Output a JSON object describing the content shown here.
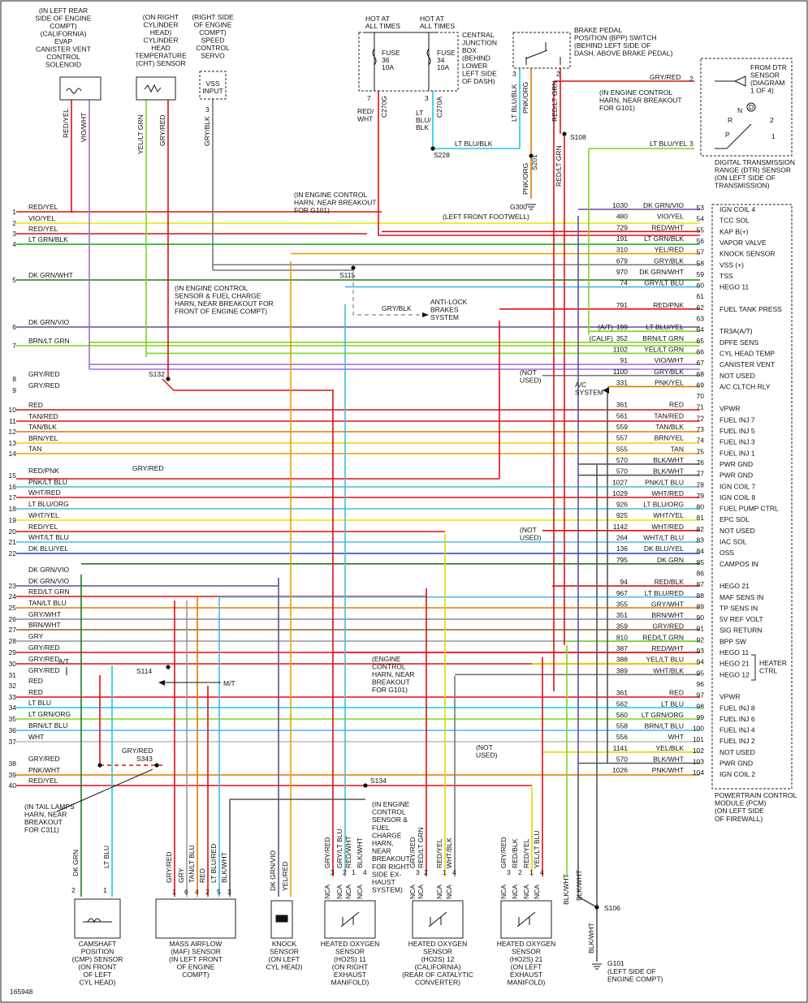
{
  "figure_id": "165948",
  "pcm": {
    "title_lines": [
      "POWERTRAIN CONTROL",
      "MODULE (PCM)",
      "(ON LEFT SIDE",
      "OF FIREWALL)"
    ],
    "heater_ctrl": [
      "HEATER",
      "CTRL"
    ]
  },
  "left_rows": [
    {
      "n": "1",
      "label": "RED/YEL",
      "color": "#d11"
    },
    {
      "n": "2",
      "label": "VIO/YEL",
      "color": "#e6e600"
    },
    {
      "n": "3",
      "label": "RED/YEL",
      "color": "#d11"
    },
    {
      "n": "4",
      "label": "LT GRN/BLK",
      "color": "#16a016"
    },
    {
      "n": "5",
      "label": "DK GRN/WHT",
      "color": "#1f7a1f"
    },
    {
      "n": "6",
      "label": "DK GRN/VIO",
      "color": "#6a4a9a"
    },
    {
      "n": "7",
      "label": "BRN/LT GRN",
      "color": "#7ed321"
    },
    {
      "n": "8",
      "label": "GRY/RED",
      "color": "#d11"
    },
    {
      "n": "9",
      "label": "GRY/RED",
      "color": "#d11"
    },
    {
      "n": "10",
      "label": "RED",
      "color": "#d11"
    },
    {
      "n": "11",
      "label": "TAN/RED",
      "color": "#d11"
    },
    {
      "n": "12",
      "label": "TAN/BLK",
      "color": "#e07a00"
    },
    {
      "n": "13",
      "label": "BRN/YEL",
      "color": "#e8d400"
    },
    {
      "n": "14",
      "label": "TAN",
      "color": "#e8a000"
    },
    {
      "n": "15",
      "label": "RED/PNK",
      "color": "#d11"
    },
    {
      "n": "16",
      "label": "PNK/LT BLU",
      "color": "#4bb6e6"
    },
    {
      "n": "17",
      "label": "WHT/RED",
      "color": "#d11"
    },
    {
      "n": "18",
      "label": "LT BLU/ORG",
      "color": "#4bb6e6"
    },
    {
      "n": "19",
      "label": "WHT/YEL",
      "color": "#e6e600"
    },
    {
      "n": "20",
      "label": "RED/YEL",
      "color": "#d11"
    },
    {
      "n": "21",
      "label": "WHT/LT BLU",
      "color": "#4bb6e6"
    },
    {
      "n": "22",
      "label": "DK BLU/YEL",
      "color": "#1f3fcf"
    },
    {
      "n": "",
      "label": "DK GRN/VIO",
      "color": "#1f7a1f"
    },
    {
      "n": "23",
      "label": "DK GRN/VIO",
      "color": "#6a4a9a"
    },
    {
      "n": "24",
      "label": "RED/LT GRN",
      "color": "#d11"
    },
    {
      "n": "25",
      "label": "TAN/LT BLU",
      "color": "#e07a00"
    },
    {
      "n": "26",
      "label": "GRY/WHT",
      "color": "#888"
    },
    {
      "n": "27",
      "label": "BRN/WHT",
      "color": "#8b5a2b"
    },
    {
      "n": "28",
      "label": "GRY",
      "color": "#999"
    },
    {
      "n": "29",
      "label": "GRY/RED",
      "color": "#d11"
    },
    {
      "n": "30",
      "label": "GRY/RED",
      "color": "#d11"
    },
    {
      "n": "31",
      "label": "GRY/RED",
      "color": "#d11"
    },
    {
      "n": "32",
      "label": "RED",
      "color": "#d11"
    },
    {
      "n": "33",
      "label": "RED",
      "color": "#d11"
    },
    {
      "n": "34",
      "label": "LT BLU",
      "color": "#1fc8e8"
    },
    {
      "n": "35",
      "label": "LT GRN/ORG",
      "color": "#7ed321"
    },
    {
      "n": "36",
      "label": "BRN/LT BLU",
      "color": "#4bb6e6"
    },
    {
      "n": "37",
      "label": "WHT",
      "color": "#bbb"
    },
    {
      "n": "38",
      "label": "GRY/RED",
      "color": "#d11"
    },
    {
      "n": "39",
      "label": "PNK/WHT",
      "color": "#e07a00"
    },
    {
      "n": "40",
      "label": "RED/YEL",
      "color": "#d11"
    }
  ],
  "right_rows": [
    {
      "circ": "1030",
      "wire": "DK GRN/VIO",
      "pin": "53",
      "func": "IGN COIL 4",
      "color": "#6a4a9a"
    },
    {
      "circ": "480",
      "wire": "VIO/YEL",
      "pin": "54",
      "func": "TCC SOL",
      "color": "#e6e600"
    },
    {
      "circ": "729",
      "wire": "RED/WHT",
      "pin": "55",
      "func": "KAP B(+)",
      "color": "#d11"
    },
    {
      "circ": "191",
      "wire": "LT GRN/BLK",
      "pin": "56",
      "func": "VAPOR VALVE",
      "color": "#16a016"
    },
    {
      "circ": "310",
      "wire": "YEL/RED",
      "pin": "57",
      "func": "KNOCK SENSOR",
      "color": "#e8a000"
    },
    {
      "circ": "679",
      "wire": "GRY/BLK",
      "pin": "58",
      "func": "VSS (+)",
      "color": "#777"
    },
    {
      "circ": "970",
      "wire": "DK GRN/WHT",
      "pin": "59",
      "func": "TSS",
      "color": "#1f7a1f"
    },
    {
      "circ": "74",
      "wire": "GRY/LT BLU",
      "pin": "60",
      "func": "HEGO 11",
      "color": "#4bb6e6"
    },
    {
      "circ": "",
      "wire": "",
      "pin": "61",
      "func": "",
      "color": ""
    },
    {
      "circ": "791",
      "wire": "RED/PNK",
      "pin": "62",
      "func": "FUEL TANK PRESS",
      "color": "#d11"
    },
    {
      "circ": "",
      "wire": "",
      "pin": "63",
      "func": "",
      "color": ""
    },
    {
      "circ": "199",
      "wire": "LT BLU/YEL",
      "pin": "64",
      "func": "TR3A(A/T)",
      "color": "#7ed321",
      "pre": "(A/T)"
    },
    {
      "circ": "352",
      "wire": "BRN/LT GRN",
      "pin": "65",
      "func": "DPFE SENS",
      "color": "#7ed321",
      "pre": "(CALIF)"
    },
    {
      "circ": "1102",
      "wire": "YEL/LT GRN",
      "pin": "66",
      "func": "CYL HEAD TEMP",
      "color": "#7ed321"
    },
    {
      "circ": "91",
      "wire": "VIO/WHT",
      "pin": "67",
      "func": "CANISTER VENT",
      "color": "#a070d0"
    },
    {
      "circ": "1100",
      "wire": "GRY/BLK",
      "pin": "68",
      "func": "NOT USED",
      "color": "#777"
    },
    {
      "circ": "331",
      "wire": "PNK/YEL",
      "pin": "69",
      "func": "A/C CLTCH RLY",
      "color": "#e07a00"
    },
    {
      "circ": "",
      "wire": "",
      "pin": "70",
      "func": "",
      "color": ""
    },
    {
      "circ": "361",
      "wire": "RED",
      "pin": "71",
      "func": "VPWR",
      "color": "#d11"
    },
    {
      "circ": "561",
      "wire": "TAN/RED",
      "pin": "72",
      "func": "FUEL INJ 7",
      "color": "#d11"
    },
    {
      "circ": "559",
      "wire": "TAN/BLK",
      "pin": "73",
      "func": "FUEL INJ 5",
      "color": "#e07a00"
    },
    {
      "circ": "557",
      "wire": "BRN/YEL",
      "pin": "74",
      "func": "FUEL INJ 3",
      "color": "#e8d400"
    },
    {
      "circ": "555",
      "wire": "TAN",
      "pin": "75",
      "func": "FUEL INJ 1",
      "color": "#e8a000"
    },
    {
      "circ": "570",
      "wire": "BLK/WHT",
      "pin": "76",
      "func": "PWR GND",
      "color": "#555"
    },
    {
      "circ": "570",
      "wire": "BLK/WHT",
      "pin": "77",
      "func": "PWR GND",
      "color": "#555"
    },
    {
      "circ": "1027",
      "wire": "PNK/LT BLU",
      "pin": "78",
      "func": "IGN COIL 7",
      "color": "#4bb6e6"
    },
    {
      "circ": "1029",
      "wire": "WHT/RED",
      "pin": "79",
      "func": "IGN COIL 8",
      "color": "#d11"
    },
    {
      "circ": "926",
      "wire": "LT BLU/ORG",
      "pin": "80",
      "func": "FUEL PUMP CTRL",
      "color": "#4bb6e6"
    },
    {
      "circ": "925",
      "wire": "WHT/YEL",
      "pin": "81",
      "func": "EPC SOL",
      "color": "#e6e600"
    },
    {
      "circ": "1142",
      "wire": "WHT/RED",
      "pin": "82",
      "func": "NOT USED",
      "color": "#d11"
    },
    {
      "circ": "264",
      "wire": "WHT/LT BLU",
      "pin": "83",
      "func": "IAC SOL",
      "color": "#4bb6e6"
    },
    {
      "circ": "136",
      "wire": "DK BLU/YEL",
      "pin": "84",
      "func": "OSS",
      "color": "#1f3fcf"
    },
    {
      "circ": "795",
      "wire": "DK GRN",
      "pin": "85",
      "func": "CAMPOS IN",
      "color": "#1f7a1f"
    },
    {
      "circ": "",
      "wire": "",
      "pin": "86",
      "func": "",
      "color": ""
    },
    {
      "circ": "94",
      "wire": "RED/BLK",
      "pin": "87",
      "func": "HEGO 21",
      "color": "#d11"
    },
    {
      "circ": "967",
      "wire": "LT BLU/RED",
      "pin": "88",
      "func": "MAF SENS IN",
      "color": "#4bb6e6"
    },
    {
      "circ": "355",
      "wire": "GRY/WHT",
      "pin": "89",
      "func": "TP SENS IN",
      "color": "#888"
    },
    {
      "circ": "351",
      "wire": "BRN/WHT",
      "pin": "90",
      "func": "5V REF VOLT",
      "color": "#8b5a2b"
    },
    {
      "circ": "359",
      "wire": "GRY/RED",
      "pin": "91",
      "func": "SIG RETURN",
      "color": "#d11"
    },
    {
      "circ": "810",
      "wire": "RED/LT GRN",
      "pin": "92",
      "func": "BPP SW",
      "color": "#7ed321"
    },
    {
      "circ": "387",
      "wire": "RED/WHT",
      "pin": "93",
      "func": "HEGO 11",
      "color": "#d11"
    },
    {
      "circ": "388",
      "wire": "YEL/LT BLU",
      "pin": "94",
      "func": "HEGO 21",
      "color": "#e8d400"
    },
    {
      "circ": "389",
      "wire": "WHT/BLK",
      "pin": "95",
      "func": "HEGO 12",
      "color": "#777"
    },
    {
      "circ": "",
      "wire": "",
      "pin": "96",
      "func": "",
      "color": ""
    },
    {
      "circ": "361",
      "wire": "RED",
      "pin": "97",
      "func": "VPWR",
      "color": "#d11"
    },
    {
      "circ": "562",
      "wire": "LT BLU",
      "pin": "98",
      "func": "FUEL INJ 8",
      "color": "#1fc8e8"
    },
    {
      "circ": "560",
      "wire": "LT GRN/ORG",
      "pin": "99",
      "func": "FUEL INJ 6",
      "color": "#7ed321"
    },
    {
      "circ": "558",
      "wire": "BRN/LT BLU",
      "pin": "100",
      "func": "FUEL INJ 4",
      "color": "#4bb6e6"
    },
    {
      "circ": "556",
      "wire": "WHT",
      "pin": "101",
      "func": "FUEL INJ 2",
      "color": "#bbb"
    },
    {
      "circ": "1141",
      "wire": "YEL/BLK",
      "pin": "102",
      "func": "NOT USED",
      "color": "#e8d400"
    },
    {
      "circ": "570",
      "wire": "BLK/WHT",
      "pin": "103",
      "func": "PWR GND",
      "color": "#555"
    },
    {
      "circ": "1026",
      "wire": "PNK/WHT",
      "pin": "104",
      "func": "IGN COIL 2",
      "color": "#e07a00"
    }
  ],
  "top_components": {
    "evap": [
      "(IN LEFT REAR",
      "SIDE OF ENGINE",
      "COMPT)",
      "(CALIFORNIA)",
      "EVAP",
      "CANISTER VENT",
      "CONTROL",
      "SOLENOID"
    ],
    "cht": [
      "(ON RIGHT",
      "CYLINDER",
      "HEAD)",
      "CYLINDER",
      "HEAD",
      "TEMPERATURE",
      "(CHT) SENSOR"
    ],
    "vss": [
      "(RIGHT SIDE",
      "OF ENGINE",
      "COMPT)",
      "SPEED",
      "CONTROL",
      "SERVO"
    ],
    "vss_input": [
      "VSS",
      "INPUT"
    ],
    "hot1": [
      "HOT AT",
      "ALL TIMES"
    ],
    "hot2": [
      "HOT AT",
      "ALL TIMES"
    ],
    "fuse36": [
      "FUSE",
      "36",
      "10A"
    ],
    "fuse34": [
      "FUSE",
      "34",
      "10A"
    ],
    "cjb": [
      "CENTRAL",
      "JUNCTION",
      "BOX",
      "(BEHIND",
      "LOWER",
      "LEFT SIDE",
      "OF DASH)"
    ],
    "bpp": [
      "BRAKE PEDAL",
      "POSITION (BPP) SWITCH",
      "(BEHIND LEFT SIDE OF",
      "DASH, ABOVE BRAKE PEDAL)"
    ],
    "dtr_from": [
      "FROM DTR",
      "SENSOR",
      "(DIAGRAM",
      "1 OF 4)"
    ],
    "dtr": [
      "DIGITAL TRANSMISSION",
      "RANGE (DTR) SENSOR",
      "(ON LEFT SIDE OF",
      "TRANSMISSION)"
    ],
    "g101_breakout": [
      "(IN ENGINE CONTROL",
      "HARN, NEAR BREAKOUT",
      "FOR G101)"
    ],
    "g300": "G300",
    "g300_loc": "(LEFT FRONT FOOTWELL)",
    "ic_harn_g101": [
      "(IN ENGINE CONTROL",
      "HARN, NEAR BREAKOUT",
      "FOR G101)"
    ],
    "abs": [
      "ANTI-LOCK",
      "BRAKES",
      "SYSTEM"
    ],
    "ic_fuel": [
      "(IN ENGINE CONTROL",
      "SENSOR & FUEL CHARGE",
      "HARN, NEAR BREAKOUT FOR",
      "FRONT OF ENGINE COMPT)"
    ],
    "ac_system": [
      "A/C",
      "SYSTEM"
    ],
    "not_used": [
      "(NOT",
      "USED)"
    ],
    "engine_ctrl_harn": [
      "(ENGINE",
      "CONTROL",
      "HARN, NEAR",
      "BREAKOUT",
      "FOR G101)"
    ],
    "tail_lamps": [
      "(IN TAIL LAMPS",
      "HARN, NEAR",
      "BREAKOUT",
      "FOR C311)"
    ],
    "ic_fuel_right": [
      "(IN ENGINE",
      "CONTROL",
      "SENSOR &",
      "FUEL",
      "CHARGE",
      "HARN,",
      "NEAR",
      "BREAKOUT",
      "FOR RIGHT",
      "SIDE EX-",
      "HAUST",
      "SYSTEM)"
    ],
    "wire_labels": {
      "red_wht": [
        "RED/",
        "WHT"
      ],
      "c270g": "C270G",
      "c270a": "C270A",
      "lt_blu_blk_v": [
        "LT",
        "BLU/",
        "BLK"
      ],
      "lt_blu_blk_h": "LT BLU/BLK",
      "lt_blu_blk_bpp": "LT BLU/BLK",
      "pnk_org": "PNK/ORG",
      "pnk_org2": "PNK/ORG",
      "red_lt_grn": "RED/LT GRN",
      "red_lt_grn2": "RED/LT GRN",
      "gry_red": "GRY/RED",
      "lt_blu_yel": "LT BLU/YEL",
      "gry_blk": "GRY/BLK",
      "gry_red_mid": "GRY/RED",
      "gry_red_s343": "GRY/RED",
      "red_yel": "RED/YEL",
      "vio_wht": "VIO/WHT",
      "yel_lt_grn": "YEL/LT GRN",
      "gry_red_cht": "GRY/RED",
      "gry_blk_vss": "GRY/BLK",
      "s201": "S201"
    }
  },
  "splices": {
    "s228": "S228",
    "s108": "S108",
    "s115": "S115",
    "s132": "S132",
    "s114": "S114",
    "s343": "S343",
    "s134": "S134",
    "s106": "S106",
    "at": "A/T",
    "mt": "M/T",
    "g101": "G101",
    "g101_loc": [
      "(LEFT SIDE OF",
      "ENGINE COMPT)"
    ]
  },
  "bottom_components": {
    "cmp": [
      "CAMSHAFT",
      "POSITION",
      "(CMP) SENSOR",
      "(ON FRONT",
      "OF LEFT",
      "CYL HEAD)"
    ],
    "maf": [
      "MASS AIRFLOW",
      "(MAF) SENSOR",
      "(IN LEFT FRONT",
      "OF ENGINE",
      "COMPT)"
    ],
    "knock": [
      "KNOCK",
      "SENSOR",
      "(ON LEFT",
      "CYL HEAD)"
    ],
    "ho2s11": [
      "HEATED OXYGEN",
      "SENSOR",
      "(HO2S) 11",
      "(ON RIGHT",
      "EXHAUST",
      "MANIFOLD)"
    ],
    "ho2s12": [
      "HEATED OXYGEN",
      "SENSOR",
      "(HO2S) 12",
      "(CALIFORNIA)",
      "(REAR OF CATALYTIC",
      "CONVERTER)"
    ],
    "ho2s21": [
      "HEATED OXYGEN",
      "SENSOR",
      "(HO2S) 21",
      "(ON LEFT",
      "EXHAUST",
      "MANIFOLD)"
    ],
    "cmp_wires": [
      "DK GRN",
      "LT BLU"
    ],
    "maf_wires": [
      "GRY/RED",
      "GRY",
      "TAN/LT BLU",
      "RED",
      "LT BLU/RED",
      "BLK/WHT"
    ],
    "knock_wires": [
      "DK GRN/VIO",
      "YEL/RED"
    ],
    "ho2_wires": [
      "GRY/RED",
      "GRY/LT BLU",
      "RED/WHT",
      "BLK/WHT"
    ],
    "ho2_12_wires": [
      "GRY/RED",
      "RED/LT GRN",
      "RED/YEL",
      "WHT/BLK"
    ],
    "ho2_21_wires": [
      "GRY/RED",
      "RED/BLK",
      "RED/YEL",
      "YEL/LT BLU"
    ],
    "blk_wht": [
      "BLK/WHT",
      "BLK/WHT",
      "BLK/WHT"
    ],
    "nca": "NCA"
  }
}
